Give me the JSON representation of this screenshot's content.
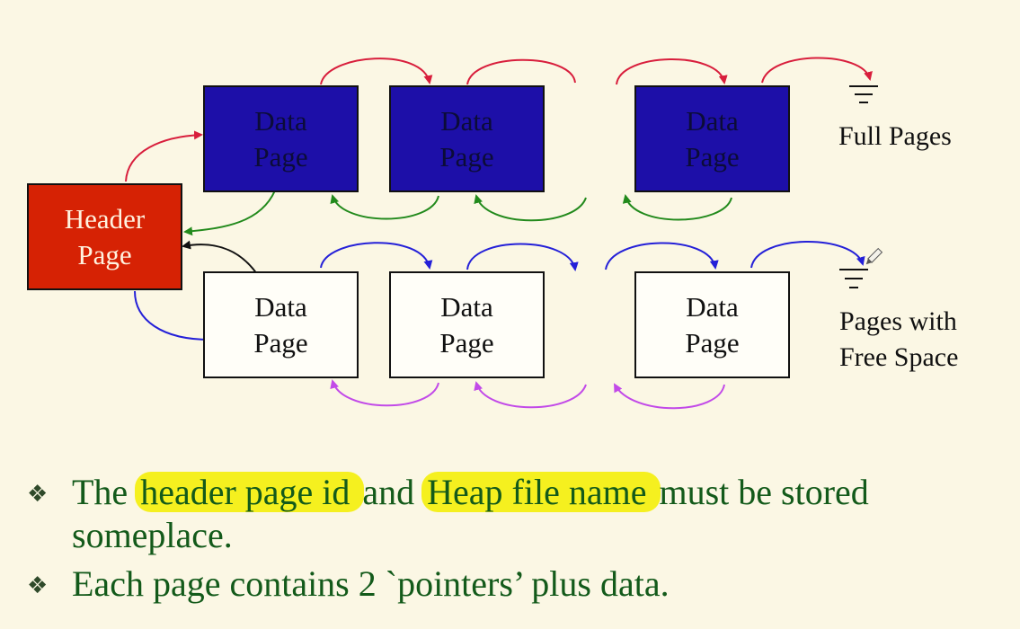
{
  "diagram": {
    "header_page": {
      "line1": "Header",
      "line2": "Page"
    },
    "full_pages": [
      {
        "line1": "Data",
        "line2": "Page"
      },
      {
        "line1": "Data",
        "line2": "Page"
      },
      {
        "line1": "Data",
        "line2": "Page"
      }
    ],
    "free_pages": [
      {
        "line1": "Data",
        "line2": "Page"
      },
      {
        "line1": "Data",
        "line2": "Page"
      },
      {
        "line1": "Data",
        "line2": "Page"
      }
    ],
    "full_label": "Full Pages",
    "free_label_line1": "Pages with",
    "free_label_line2": "Free Space",
    "colors": {
      "full_fill": "#1d0fa8",
      "header_fill": "#d62204",
      "full_forward_arrow": "#d81e3c",
      "full_back_arrow": "#228a1c",
      "free_forward_arrow": "#2420d8",
      "free_back_arrow": "#c24ae8",
      "header_to_full": "#d81e3c",
      "full_to_header": "#228a1c",
      "header_to_free": "#2420d8",
      "free_to_header": "#111111"
    }
  },
  "bullets": [
    {
      "before": "The ",
      "hl1": "header page id ",
      "middle": "and ",
      "hl2": "Heap file name ",
      "after": "must be stored someplace."
    },
    {
      "text": "Each page contains 2 `pointers’ plus data."
    }
  ]
}
